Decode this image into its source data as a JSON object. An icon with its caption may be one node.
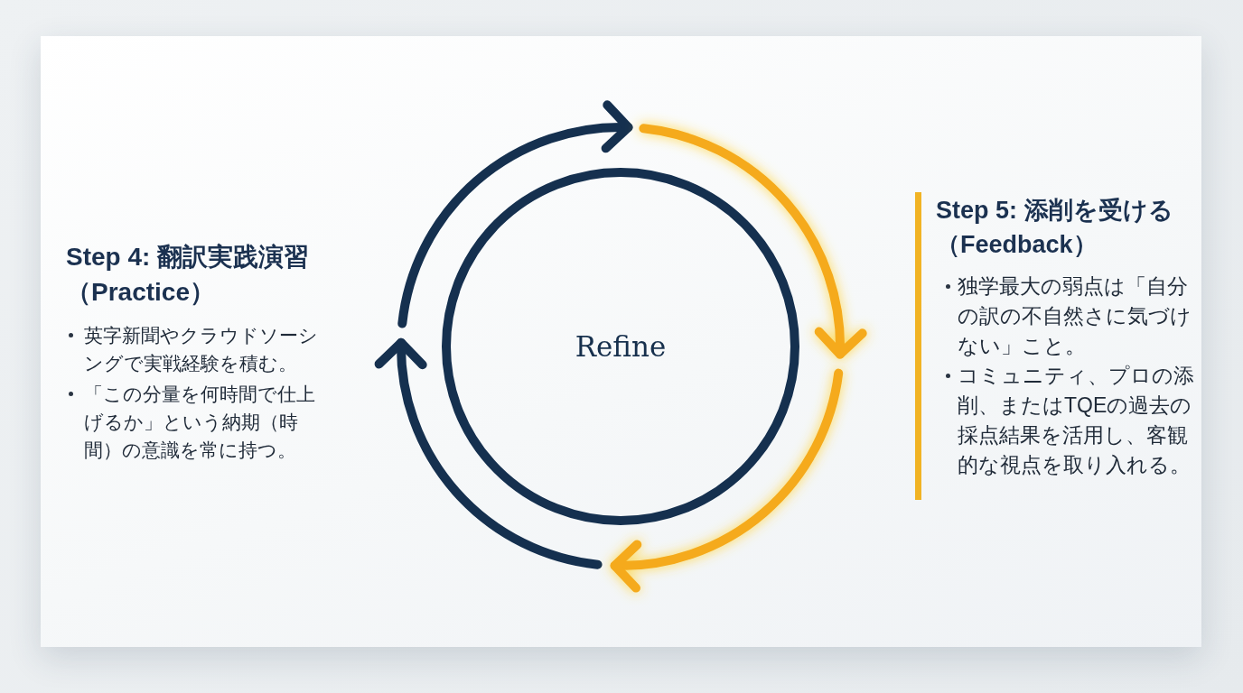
{
  "diagram": {
    "nodes": [
      {
        "text": [
          "Refine"
        ]
      }
    ],
    "labels": [
      "Step 4: 翻訳実践演習（Practice）",
      "英字新聞やクラウドソーシングで実戦経験を積む。",
      "「この分量を何時間で仕上げるか」という納期（時間）の意識を常に持つ。",
      "Step 5: 添削を受ける（Feedback）",
      "独学最大の弱点は「自分の訳の不自然さに気づけない」こと。",
      "コミュニティ、プロの添削、またはTQEの過去の採点結果を活用し、客観的な視点を取り入れる。"
    ]
  }
}
